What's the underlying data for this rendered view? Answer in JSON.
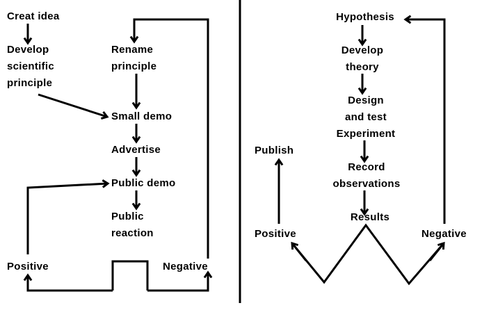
{
  "colors": {
    "ink": "#000000",
    "background": "#ffffff"
  },
  "left": {
    "creat_idea": "Creat idea",
    "develop_principle": "Develop\nscientific\nprinciple",
    "rename_principle": "Rename\nprinciple",
    "small_demo": "Small demo",
    "advertise": "Advertise",
    "public_demo": "Public demo",
    "public_reaction": "Public\nreaction",
    "positive": "Positive",
    "negative": "Negative"
  },
  "right": {
    "hypothesis": "Hypothesis",
    "develop_theory": "Develop\ntheory",
    "design_test": "Design\nand test\nExperiment",
    "record_observations": "Record\nobservations",
    "results": "Results",
    "publish": "Publish",
    "positive": "Positive",
    "negative": "Negative"
  }
}
